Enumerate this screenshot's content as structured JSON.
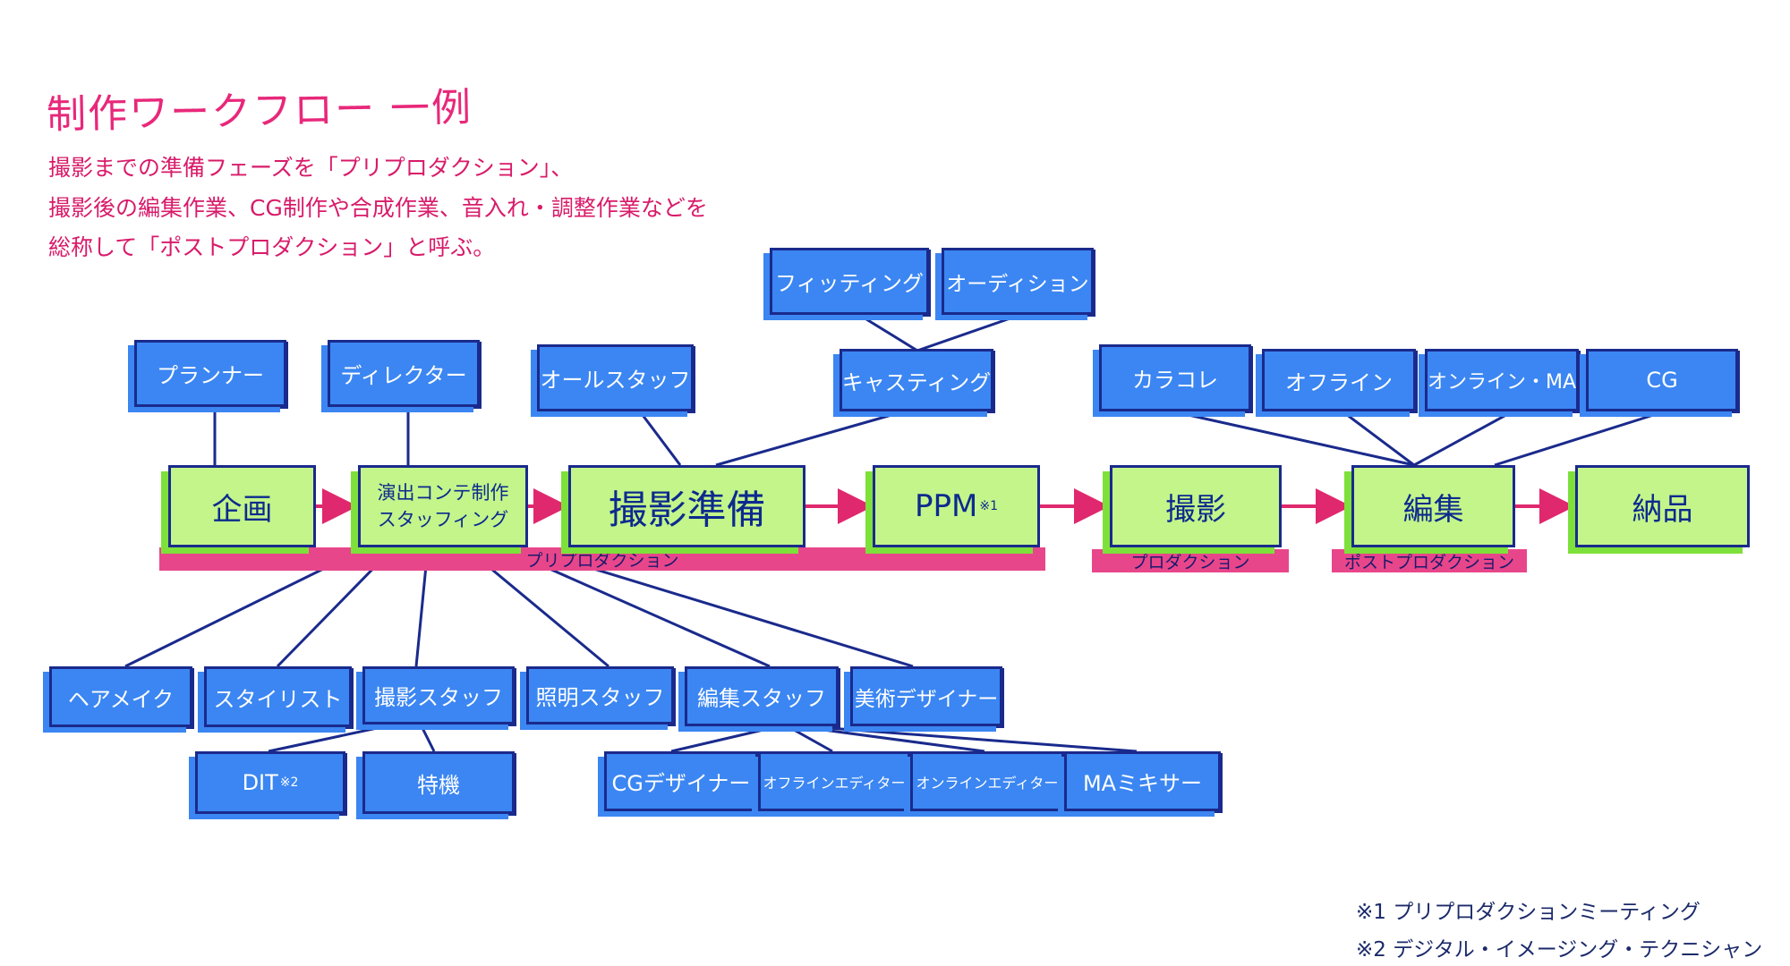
{
  "title": "制作ワークフロー 一例",
  "description": [
    "撮影までの準備フェーズを「プリプロダクション」、",
    "撮影後の編集作業、CG制作や合成作業、音入れ・調整作業などを",
    "総称して「ポストプロダクション」と呼ぶ。"
  ],
  "main_flow": {
    "kikaku": "企画",
    "enshutsu": "演出コンテ制作 スタッフィング",
    "junbi": "撮影準備",
    "ppm": "PPM",
    "ppm_mark": "※1",
    "satsuei": "撮影",
    "henshu": "編集",
    "nohin": "納品"
  },
  "top_roles": {
    "planner": "プランナー",
    "director": "ディレクター",
    "all_staff": "オールスタッフ",
    "fitting": "フィッティング",
    "audition": "オーディション",
    "casting": "キャスティング",
    "colorcorrect": "カラコレ",
    "offline": "オフライン",
    "online_ma": "オンライン・MA",
    "cg": "CG"
  },
  "phases": {
    "pre": "プリプロダクション",
    "pro": "プロダクション",
    "post": "ポストプロダクション"
  },
  "staff": {
    "hairmake": "ヘアメイク",
    "stylist": "スタイリスト",
    "camera": "撮影スタッフ",
    "lighting": "照明スタッフ",
    "edit": "編集スタッフ",
    "art": "美術デザイナー",
    "dit": "DIT",
    "dit_mark": "※2",
    "tokki": "特機",
    "cg_designer": "CGデザイナー",
    "offline_editor": "オフラインエディター",
    "online_editor": "オンラインエディター",
    "ma_mixer": "MAミキサー"
  },
  "footnotes": {
    "n1": "※1 プリプロダクションミーティング",
    "n2": "※2 デジタル・イメージング・テクニシャン"
  },
  "colors": {
    "title": "#e8287a",
    "blue_box": "#3b86f2",
    "green_box": "#c3f58a",
    "phase_bar": "#e8468a",
    "line": "#1a2a8c",
    "arrow": "#e0286e"
  }
}
